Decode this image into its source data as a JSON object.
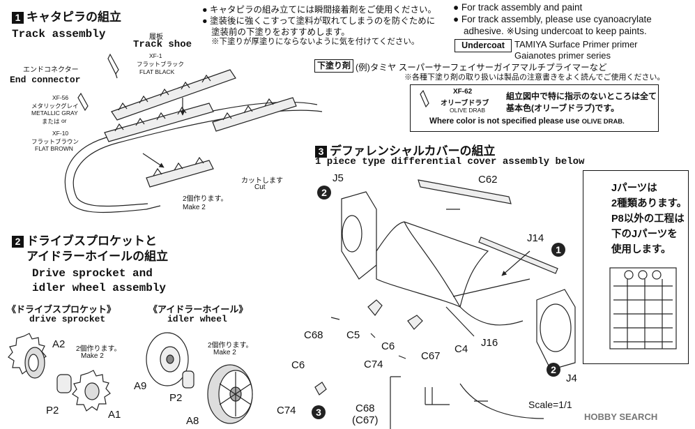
{
  "sec1": {
    "num": "1",
    "title_jp": "キャタピラの組立",
    "title_en": "Track assembly"
  },
  "track_shoe": {
    "jp": "履板",
    "en": "Track shoe",
    "code": "XF-1",
    "color_jp": "フラットブラック",
    "color_en": "FLAT BLACK"
  },
  "end_connector": {
    "jp": "エンドコネクター",
    "en": "End connector",
    "code1": "XF-56",
    "color1_jp": "メタリックグレイ",
    "color1_en": "METALLIC GRAY",
    "or_jp": "または",
    "or_en": "or",
    "code2": "XF-10",
    "color2_jp": "フラットブラウン",
    "color2_en": "FLAT BROWN"
  },
  "cut": {
    "jp": "カットします",
    "en": "Cut"
  },
  "make2_track": {
    "jp": "2個作ります。",
    "en": "Make 2"
  },
  "notes_jp": [
    "● キャタピラの組み立てには瞬間接着剤をご使用ください。",
    "● 塗装後に強くこすって塗料が取れてしまうのを防ぐために",
    "塗装前の下塗りをおすすめします。",
    "※下塗りが厚塗りにならないように気を付けてください。"
  ],
  "notes_en": [
    "● For track assembly and paint",
    "● For track assembly, please use cyanoacrylate",
    "adhesive. ※Using undercoat to keep paints."
  ],
  "undercoat": {
    "label": "Undercoat",
    "line1": "TAMIYA Surface Primer primer",
    "line2": "Gaianotes primer series"
  },
  "undercoat_jp": {
    "label": "下塗り剤",
    "text": "(例)タミヤ スーパーサーフェイサーガイアマルチプライマーなど",
    "note": "※各種下塗り剤の取り扱いは製品の注意書きをよく読んでご使用ください。"
  },
  "olive_box": {
    "code": "XF-62",
    "jp": "オリーブドラブ",
    "en": "OLIVE DRAB",
    "text_jp1": "組立図中で特に指示のないところは全て",
    "text_jp2": "基本色(オリーブドラブ)です。",
    "text_en_pre": "Where color is not specified please use",
    "text_en_color": "OLIVE DRAB."
  },
  "sec2": {
    "num": "2",
    "title_jp1": "ドライブスプロケットと",
    "title_jp2": "アイドラーホイールの組立",
    "title_en1": "Drive sprocket and",
    "title_en2": "idler wheel assembly"
  },
  "drive": {
    "jp": "《ドライブスプロケット》",
    "en": "drive sprocket",
    "make_jp": "2個作ります。",
    "make_en": "Make 2"
  },
  "idler": {
    "jp": "《アイドラーホイール》",
    "en": "idler wheel",
    "make_jp": "2個作ります。",
    "make_en": "Make 2"
  },
  "parts_sec2": {
    "a2": "A2",
    "p2a": "P2",
    "a1": "A1",
    "a9": "A9",
    "p2b": "P2",
    "a8": "A8"
  },
  "sec3": {
    "num": "3",
    "title_jp": "デファレンシャルカバーの組立",
    "title_en": "1 piece type differential cover assembly below"
  },
  "parts_sec3": {
    "j5": "J5",
    "c62": "C62",
    "j14": "J14",
    "c68": "C68",
    "c5": "C5",
    "c6": "C6",
    "c4": "C4",
    "c67": "C67",
    "c74": "C74",
    "j16": "J16",
    "j4": "J4",
    "c6b": "C6",
    "c74b": "C74",
    "c68b": "C68",
    "c67b": "(C67)"
  },
  "steps": {
    "s1": "1",
    "s2": "2",
    "s3": "3"
  },
  "j_note": [
    "Jパーツは",
    "2種類あります。",
    "P8以外の工程は",
    "下のJパーツを",
    "使用します。"
  ],
  "scale": "Scale=1/1",
  "watermark": "HOBBY SEARCH"
}
